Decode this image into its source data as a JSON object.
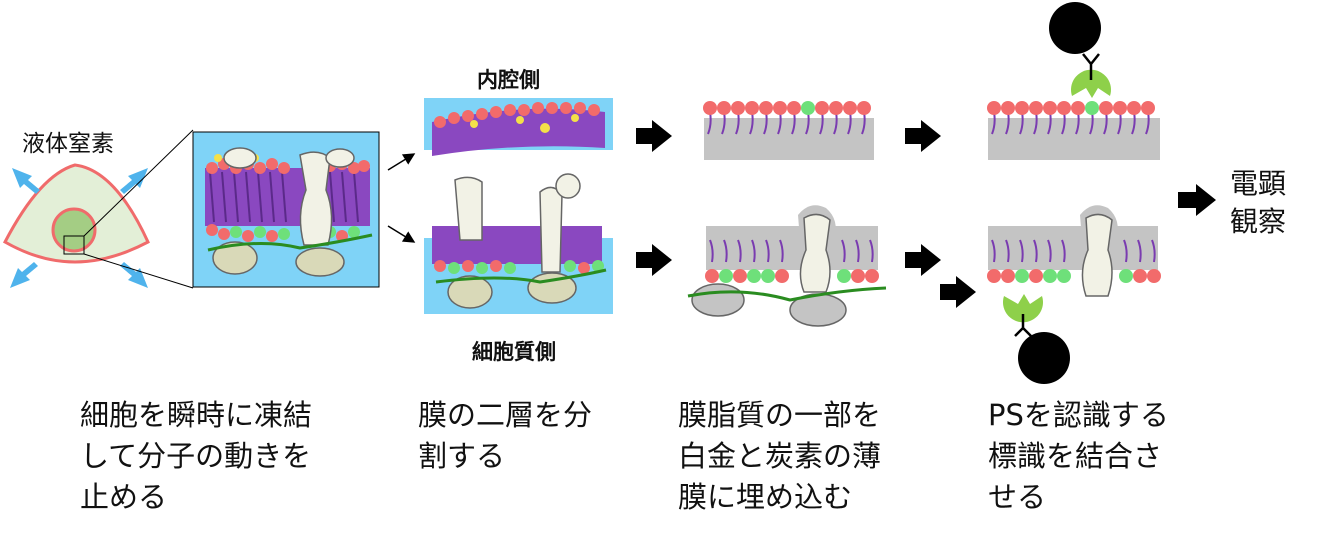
{
  "labels": {
    "liquid_nitrogen": "液体窒素",
    "lumen_side": "内腔側",
    "cytoplasm_side": "細胞質側",
    "em_line1": "電顕",
    "em_line2": "観察"
  },
  "steps": [
    {
      "line1": "細胞を瞬時に凍結",
      "line2": "して分子の動きを",
      "line3": "止める"
    },
    {
      "line1": "膜の二層を分",
      "line2": "割する"
    },
    {
      "line1": "膜脂質の一部を",
      "line2": "白金と炭素の薄",
      "line3": "膜に埋め込む"
    },
    {
      "line1": "PSを認識する",
      "line2": "標識を結合さ",
      "line3": "せる"
    }
  ],
  "colors": {
    "lipid_head": "#f26b6b",
    "ps_head": "#6ee07a",
    "tail": "#7a3bb0",
    "blue_bg": "#7fd3f7",
    "platinum": "#c4c4c4",
    "cell_fill": "#e3efd7",
    "cell_outline": "#f06b6b",
    "antibody_green": "#8ed04a",
    "gold": "#000000",
    "filament": "#2a8c20"
  }
}
